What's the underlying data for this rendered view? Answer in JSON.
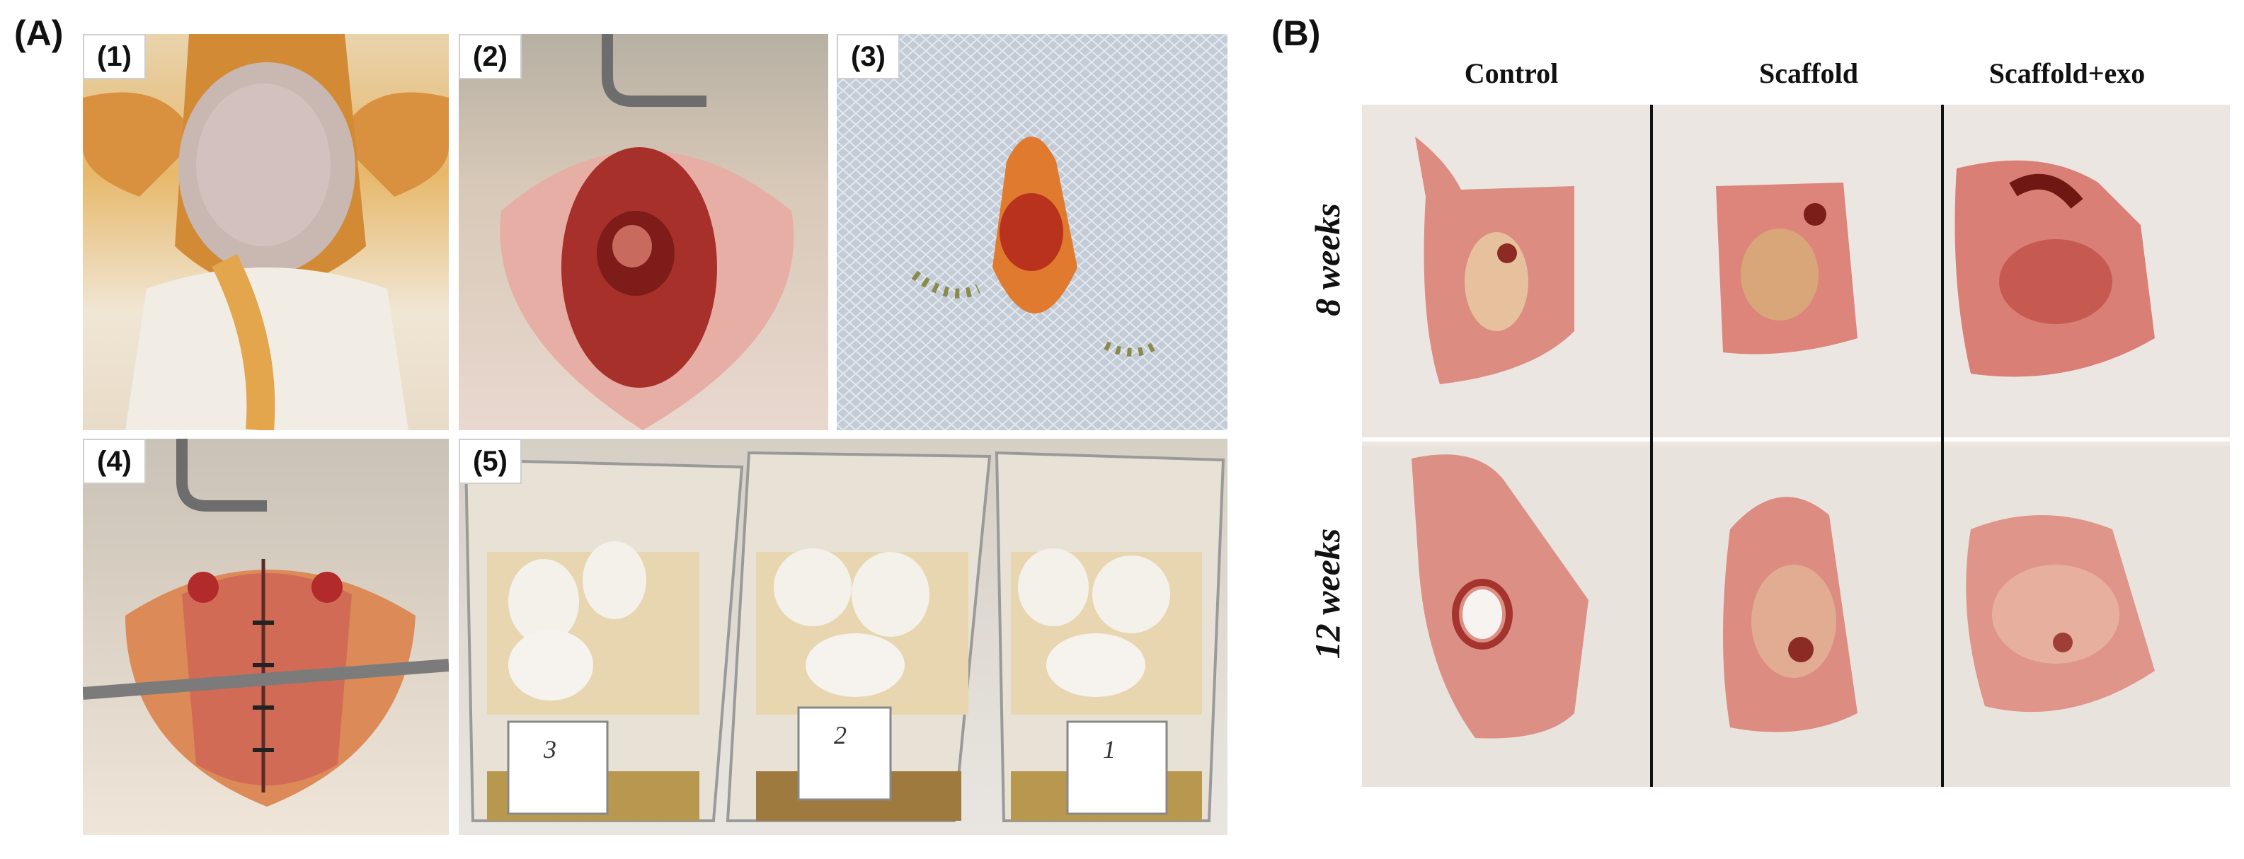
{
  "panelA": {
    "letter": "(A)",
    "subpanels": [
      {
        "label": "(1)"
      },
      {
        "label": "(2)"
      },
      {
        "label": "(3)"
      },
      {
        "label": "(4)"
      },
      {
        "label": "(5)"
      }
    ],
    "cage_cards": [
      "3",
      "2",
      "1"
    ]
  },
  "panelB": {
    "letter": "(B)",
    "columns": [
      "Control",
      "Scaffold",
      "Scaffold+exo"
    ],
    "rows": [
      "8 weeks",
      "12 weeks"
    ]
  },
  "colors": {
    "tissue": "#d8877e",
    "tissue_dark": "#8c2a24",
    "fur_orange": "#e0902a",
    "fur_white": "#efe6d8",
    "background_photo": "#efe8e3",
    "drape_blue": "#b7c3cf"
  }
}
